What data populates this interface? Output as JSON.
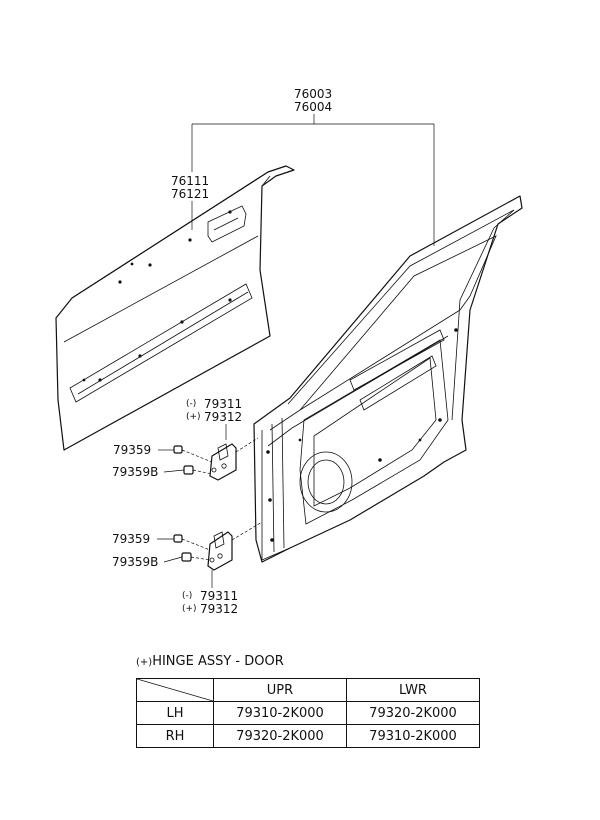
{
  "labels": {
    "door_assy_lh": "76003",
    "door_assy_rh": "76004",
    "outer_panel_lh": "76111",
    "outer_panel_rh": "76121",
    "upper_hinge_a": "79311",
    "upper_hinge_b": "79312",
    "upper_bolt": "79359",
    "upper_bolt_b": "79359B",
    "lower_bolt": "79359",
    "lower_bolt_b": "79359B",
    "lower_hinge_a": "79311",
    "lower_hinge_b": "79312",
    "mark_a": "(-)",
    "mark_b": "(+)"
  },
  "legend": {
    "mark": "(+)",
    "title": "HINGE ASSY - DOOR",
    "columns": [
      "UPR",
      "LWR"
    ],
    "rows": [
      {
        "side": "LH",
        "upr": "79310-2K000",
        "lwr": "79320-2K000"
      },
      {
        "side": "RH",
        "upr": "79320-2K000",
        "lwr": "79310-2K000"
      }
    ]
  }
}
